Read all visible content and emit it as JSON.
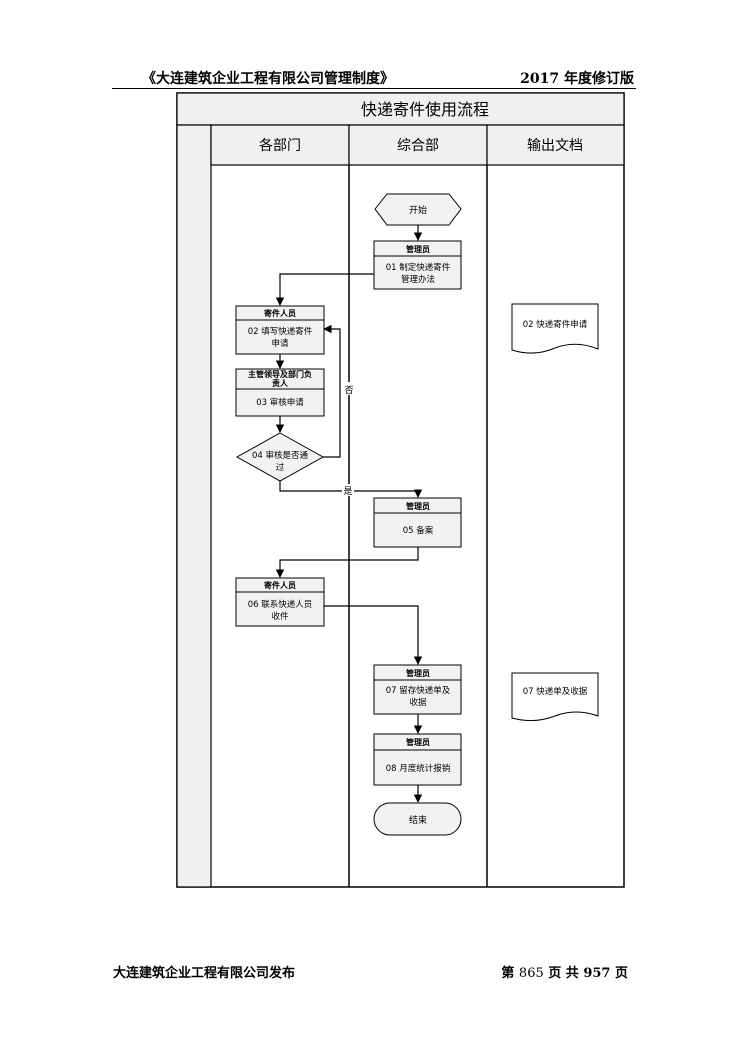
{
  "header": {
    "left": "《大连建筑企业工程有限公司管理制度》",
    "right": "2017 年度修订版"
  },
  "chart": {
    "title": "快递寄件使用流程",
    "lanes": [
      "各部门",
      "综合部",
      "输出文档"
    ],
    "start": "开始",
    "end": "结束",
    "boxes": [
      {
        "role": "管理员",
        "text1": "01   制定快递寄件",
        "text2": "管理办法"
      },
      {
        "role": "寄件人员",
        "text1": "02  填写快递寄件",
        "text2": "申请"
      },
      {
        "role": "主管领导及部门负",
        "role2": "责人",
        "text1": "03    审核申请",
        "text2": ""
      },
      {
        "role": "管理员",
        "text1": "05   备案",
        "text2": ""
      },
      {
        "role": "寄件人员",
        "text1": "06  联系快递人员",
        "text2": "收件"
      },
      {
        "role": "管理员",
        "text1": "07  留存快递单及",
        "text2": "收据"
      },
      {
        "role": "管理员",
        "text1": "08  月度统计报销",
        "text2": ""
      }
    ],
    "decision": {
      "text1": "04  审核是否通",
      "text2": "过"
    },
    "no_label": "否",
    "yes_label": "是",
    "docs": [
      "02 快递寄件申请",
      "07 快递单及收据"
    ]
  },
  "footer": {
    "left": "大连建筑企业工程有限公司发布",
    "page_prefix": "第 ",
    "page_num": "865",
    "page_mid": " 页  共 ",
    "page_total": "957",
    "page_suffix": " 页"
  }
}
